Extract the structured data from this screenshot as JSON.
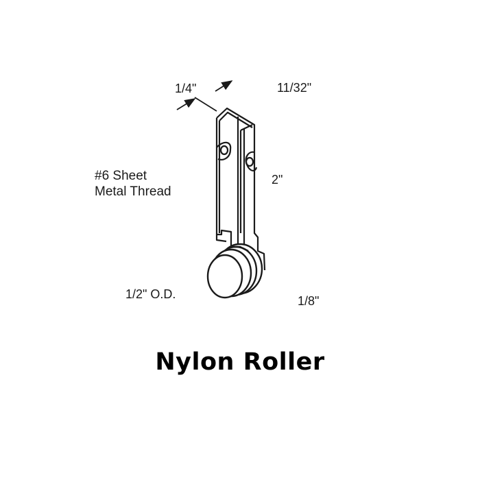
{
  "diagram": {
    "title": "Nylon Roller",
    "dimensions": {
      "depth": "1/4\"",
      "width": "11/32\"",
      "height": "2\"",
      "wheel_diameter": "1/2\" O.D.",
      "wheel_thickness": "1/8\""
    },
    "callouts": {
      "thread_line1": "#6 Sheet",
      "thread_line2": "Metal Thread"
    },
    "colors": {
      "line": "#1a1a1a",
      "background": "#ffffff"
    }
  }
}
